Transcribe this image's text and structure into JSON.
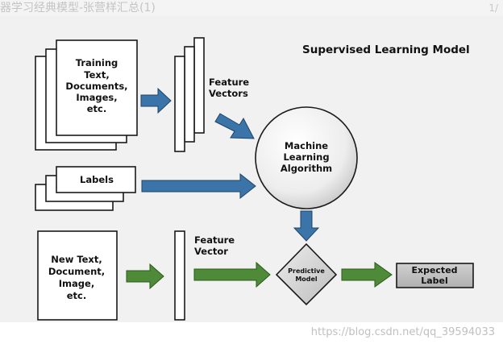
{
  "header": {
    "title": "器学习经典模型-张营样汇总(1)",
    "right_text": "1/"
  },
  "diagram": {
    "title": "Supervised Learning Model",
    "training_docs": [
      "Training",
      "Text,",
      "Documents,",
      "Images,",
      "etc."
    ],
    "feature_vectors": [
      "Feature",
      "Vectors"
    ],
    "labels": "Labels",
    "ml_algorithm": [
      "Machine",
      "Learning",
      "Algorithm"
    ],
    "new_docs": [
      "New Text,",
      "Document,",
      "Image,",
      "etc."
    ],
    "feature_vector": [
      "Feature",
      "Vector"
    ],
    "predictive_model": [
      "Predictive",
      "Model"
    ],
    "expected_label": [
      "Expected",
      "Label"
    ]
  },
  "colors": {
    "blue_arrow": "#3b74a8",
    "green_arrow": "#4e8a37",
    "panel": "#f1f1f1"
  },
  "watermark": "https://blog.csdn.net/qq_39594033"
}
